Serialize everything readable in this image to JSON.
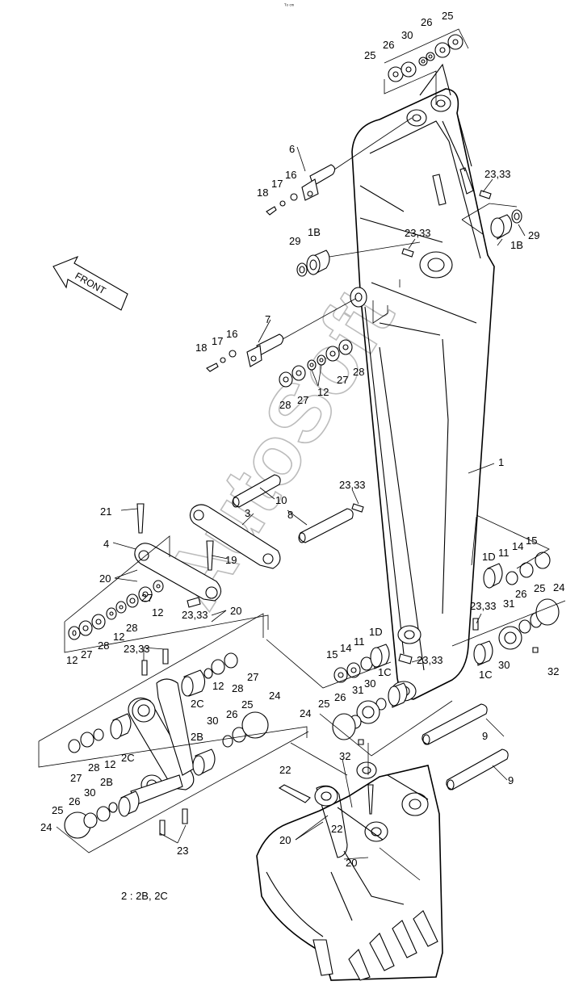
{
  "diagram": {
    "labels": [
      {
        "id": "p25a",
        "text": "25"
      },
      {
        "id": "p26a",
        "text": "26"
      },
      {
        "id": "p30a",
        "text": "30"
      },
      {
        "id": "p26b",
        "text": "26"
      },
      {
        "id": "p25b",
        "text": "25"
      },
      {
        "id": "p6",
        "text": "6"
      },
      {
        "id": "p16a",
        "text": "16"
      },
      {
        "id": "p17a",
        "text": "17"
      },
      {
        "id": "p18a",
        "text": "18"
      },
      {
        "id": "p2333a",
        "text": "23,33"
      },
      {
        "id": "p29a",
        "text": "29"
      },
      {
        "id": "p1Ba",
        "text": "1B"
      },
      {
        "id": "p29b",
        "text": "29"
      },
      {
        "id": "p1Bb",
        "text": "1B"
      },
      {
        "id": "p2333b",
        "text": "23,33"
      },
      {
        "id": "p7",
        "text": "7"
      },
      {
        "id": "p18b",
        "text": "18"
      },
      {
        "id": "p17b",
        "text": "17"
      },
      {
        "id": "p16b",
        "text": "16"
      },
      {
        "id": "p28a",
        "text": "28"
      },
      {
        "id": "p27a",
        "text": "27"
      },
      {
        "id": "p12a",
        "text": "12"
      },
      {
        "id": "p27b",
        "text": "27"
      },
      {
        "id": "p28b",
        "text": "28"
      },
      {
        "id": "p1",
        "text": "1"
      },
      {
        "id": "p2333c",
        "text": "23,33"
      },
      {
        "id": "p10",
        "text": "10"
      },
      {
        "id": "p3",
        "text": "3"
      },
      {
        "id": "p8",
        "text": "8"
      },
      {
        "id": "p21",
        "text": "21"
      },
      {
        "id": "p4",
        "text": "4"
      },
      {
        "id": "p19",
        "text": "19"
      },
      {
        "id": "p20a",
        "text": "20"
      },
      {
        "id": "p12b",
        "text": "12"
      },
      {
        "id": "p27c",
        "text": "27"
      },
      {
        "id": "p28c",
        "text": "28"
      },
      {
        "id": "p12c",
        "text": "12"
      },
      {
        "id": "p28d",
        "text": "28"
      },
      {
        "id": "p27d",
        "text": "27"
      },
      {
        "id": "p12d",
        "text": "12"
      },
      {
        "id": "p2333d",
        "text": "23,33"
      },
      {
        "id": "p20b",
        "text": "20"
      },
      {
        "id": "p1D1",
        "text": "1D"
      },
      {
        "id": "p11a",
        "text": "11"
      },
      {
        "id": "p14a",
        "text": "14"
      },
      {
        "id": "p15a",
        "text": "15"
      },
      {
        "id": "p25c",
        "text": "25"
      },
      {
        "id": "p24a",
        "text": "24"
      },
      {
        "id": "p26c",
        "text": "26"
      },
      {
        "id": "p31a",
        "text": "31"
      },
      {
        "id": "p2333e",
        "text": "23,33"
      },
      {
        "id": "p1Ca",
        "text": "1C"
      },
      {
        "id": "p30b",
        "text": "30"
      },
      {
        "id": "p32a",
        "text": "32"
      },
      {
        "id": "p11b",
        "text": "11"
      },
      {
        "id": "p1D2",
        "text": "1D"
      },
      {
        "id": "p14b",
        "text": "14"
      },
      {
        "id": "p15b",
        "text": "15"
      },
      {
        "id": "p2333f",
        "text": "23,33"
      },
      {
        "id": "p1Cb",
        "text": "1C"
      },
      {
        "id": "p31b",
        "text": "31"
      },
      {
        "id": "p30c",
        "text": "30"
      },
      {
        "id": "p26d",
        "text": "26"
      },
      {
        "id": "p25d",
        "text": "25"
      },
      {
        "id": "p24b",
        "text": "24"
      },
      {
        "id": "p32b",
        "text": "32"
      },
      {
        "id": "p2333g",
        "text": "23,33"
      },
      {
        "id": "p12e",
        "text": "12"
      },
      {
        "id": "p28e",
        "text": "28"
      },
      {
        "id": "p27e",
        "text": "27"
      },
      {
        "id": "p2Ca",
        "text": "2C"
      },
      {
        "id": "p30d",
        "text": "30"
      },
      {
        "id": "p26e",
        "text": "26"
      },
      {
        "id": "p25e",
        "text": "25"
      },
      {
        "id": "p24c",
        "text": "24"
      },
      {
        "id": "p2Ba",
        "text": "2B"
      },
      {
        "id": "p2Cb",
        "text": "2C"
      },
      {
        "id": "p28f",
        "text": "28"
      },
      {
        "id": "p12f",
        "text": "12"
      },
      {
        "id": "p27f",
        "text": "27"
      },
      {
        "id": "p2Bb",
        "text": "2B"
      },
      {
        "id": "p30e",
        "text": "30"
      },
      {
        "id": "p26f",
        "text": "26"
      },
      {
        "id": "p25f",
        "text": "25"
      },
      {
        "id": "p24d",
        "text": "24"
      },
      {
        "id": "p23",
        "text": "23"
      },
      {
        "id": "p9a",
        "text": "9"
      },
      {
        "id": "p9b",
        "text": "9"
      },
      {
        "id": "p22a",
        "text": "22"
      },
      {
        "id": "p22b",
        "text": "22"
      },
      {
        "id": "p20c",
        "text": "20"
      },
      {
        "id": "p20d",
        "text": "20"
      }
    ],
    "front_label": "FRONT",
    "note": "2 : 2B, 2C",
    "watermark": "AutoSoft",
    "corner_mark": "ᵀᵒ ᶜᵐ"
  }
}
